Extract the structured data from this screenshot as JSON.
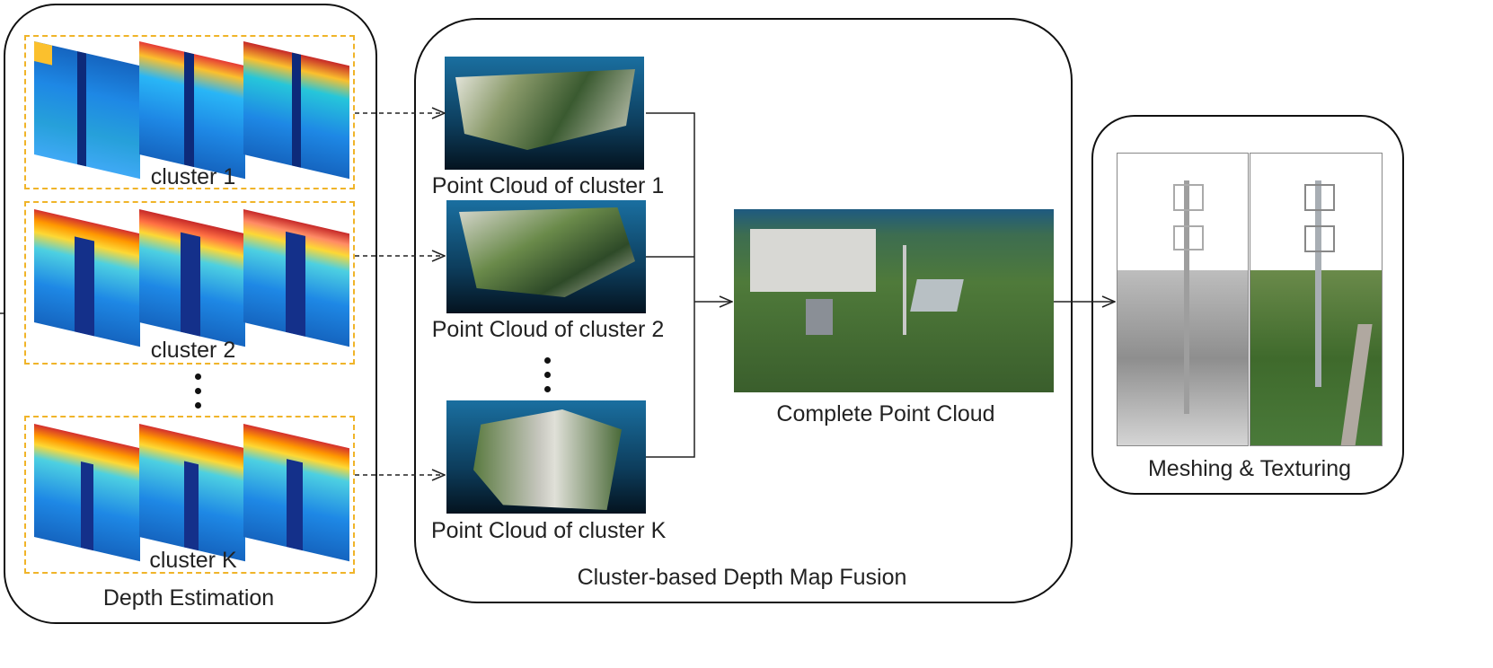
{
  "depth_stage": {
    "title": "Depth Estimation",
    "clusters": [
      {
        "label": "cluster 1"
      },
      {
        "label": "cluster 2"
      },
      {
        "label": "cluster K"
      }
    ]
  },
  "fusion_stage": {
    "title": "Cluster-based Depth Map Fusion",
    "point_clouds": [
      {
        "label": "Point Cloud of cluster 1"
      },
      {
        "label": "Point Cloud of cluster 2"
      },
      {
        "label": "Point Cloud of cluster K"
      }
    ],
    "complete_label": "Complete Point Cloud"
  },
  "mesh_stage": {
    "title": "Meshing & Texturing"
  },
  "colors": {
    "cluster_border": "#f0b429",
    "panel_border": "#111111",
    "depth_near": "#d7191c",
    "depth_mid": "#fdd835",
    "depth_far": "#1e88e5"
  }
}
